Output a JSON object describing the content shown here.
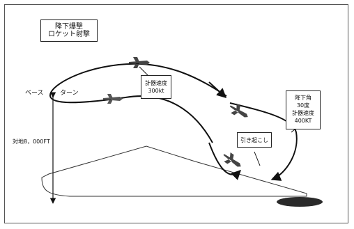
{
  "title_box": {
    "lines": [
      "降下爆撃",
      "ロケット射撃"
    ]
  },
  "labels": {
    "base": "ベース",
    "turn": "ターン",
    "altitude": "対地8，000FT"
  },
  "callout_speed": {
    "lines": [
      "計器速度",
      "300kt"
    ]
  },
  "callout_dive": {
    "lines": [
      "降下角",
      "30度",
      "計器速度",
      "400KT"
    ]
  },
  "callout_pullup": {
    "lines": [
      "引き起こし"
    ]
  },
  "colors": {
    "path": "#111111",
    "frame": "#555555",
    "target": "#2a2a2a"
  },
  "icons": [
    "aircraft-icon",
    "target-icon",
    "arrow-icon"
  ]
}
